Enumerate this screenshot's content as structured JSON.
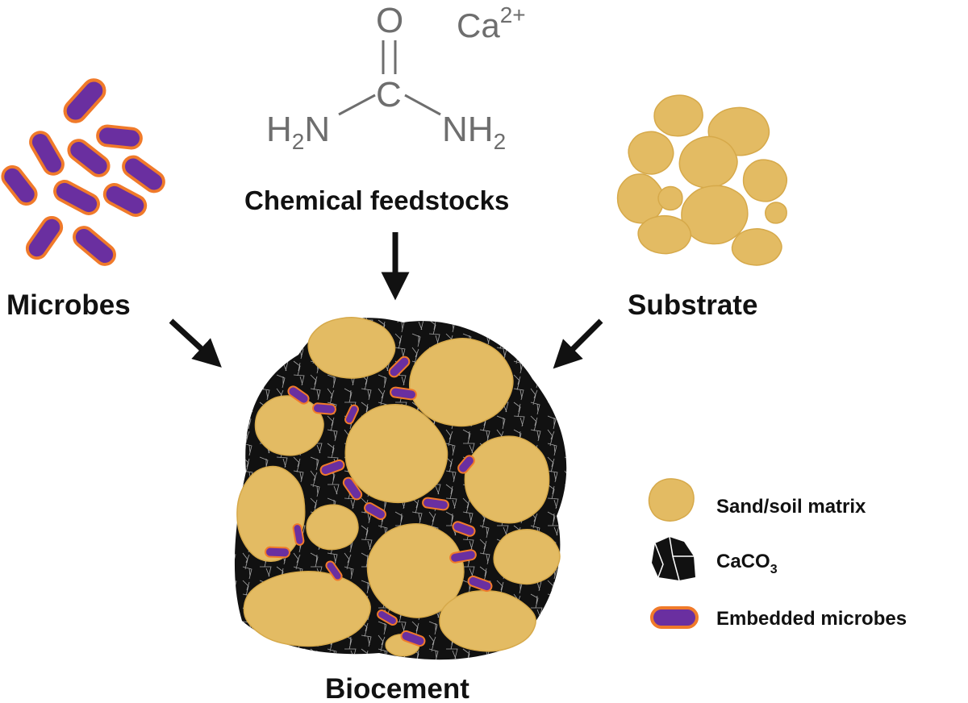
{
  "colors": {
    "sand": "#e3bb63",
    "sand_stroke": "#d6a94a",
    "microbe_fill": "#6a2fa0",
    "microbe_stroke": "#f07a2a",
    "caco3": "#111111",
    "caco3_lines": "#d8d8d8",
    "arrow": "#111111",
    "chem_text": "#6e6e6e"
  },
  "labels": {
    "microbes": "Microbes",
    "chemical_feedstocks": "Chemical feedstocks",
    "substrate": "Substrate",
    "biocement": "Biocement"
  },
  "urea": {
    "oxygen": "O",
    "carbon": "C",
    "left_group_main": "H",
    "left_group_sub": "2",
    "left_group_end": "N",
    "right_group_main": "NH",
    "right_group_sub": "2"
  },
  "calcium_ion": {
    "symbol": "Ca",
    "charge": "2+"
  },
  "legend": {
    "sand": "Sand/soil matrix",
    "caco3_main": "CaCO",
    "caco3_sub": "3",
    "microbes": "Embedded microbes"
  },
  "icons": [
    "rod-microbe-icon",
    "sand-grain-icon",
    "caco3-crystal-icon",
    "arrow-icon"
  ]
}
